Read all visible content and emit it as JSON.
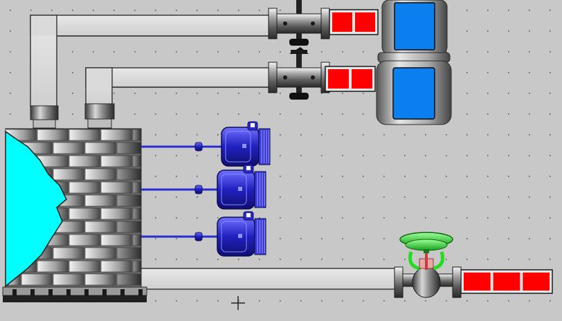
{
  "canvas": {
    "background": "#c8c8c8",
    "grid_dot_color": "#555555",
    "grid": true
  },
  "colors": {
    "pipe_fill": "#d3d3d3",
    "pipe_stroke": "#3a3a3a",
    "indicator_red": "#ff0000",
    "tank_blue": "#0a7ff0",
    "water_cyan": "#00ffff",
    "sensor_blue": "#2a2ad0",
    "valve_green": "#22dd22"
  },
  "symbols": {
    "furnace": "brick-furnace-icon",
    "upper_valve": "gate-valve-icon",
    "lower_valve": "gate-valve-icon",
    "control_valve": "diaphragm-control-valve-icon",
    "sensors": [
      "level-transmitter-icon",
      "level-transmitter-icon",
      "level-transmitter-icon"
    ],
    "tanks": [
      "storage-tank-icon",
      "storage-tank-icon"
    ],
    "cursor": "crosshair-cursor-icon"
  },
  "indicators": {
    "upper_valve_segments": 2,
    "lower_valve_segments": 2,
    "control_valve_segments": 3
  }
}
